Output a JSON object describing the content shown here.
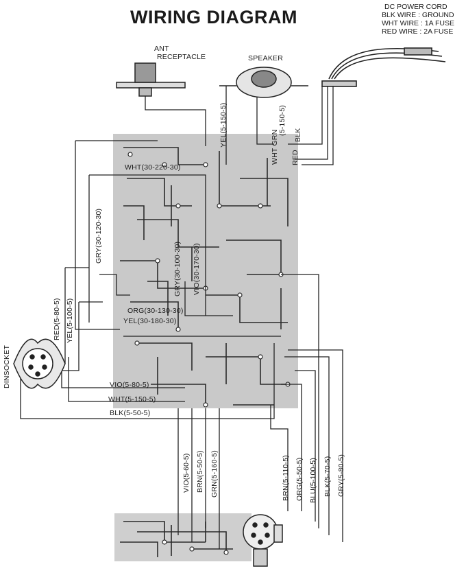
{
  "title": "WIRING DIAGRAM",
  "power_cord": {
    "heading": "DC  POWER CORD",
    "lines": [
      "BLK WIRE : GROUND",
      "WHT WIRE : 1A FUSE",
      "RED WIRE : 2A FUSE"
    ]
  },
  "components": {
    "ant_line1": "ANT",
    "ant_line2": "RECEPTACLE",
    "speaker": "SPEAKER",
    "din_socket": "DINSOCKET"
  },
  "wire_labels": {
    "speaker_yel": "YEL(5-150-5)",
    "wht_grn": "WHT GRN",
    "cord_wht": "(5-150-5)",
    "cord_red": "RED",
    "cord_blk": "BLK",
    "wht_30_220": "WHT(30-220-30)",
    "gry_30_120": "GRY(30-120-30)",
    "gry_30_100": "GRY(30-100-30)",
    "vio_30_170": "VIO(30-170-30)",
    "org_30_130": "ORG(30-130-30)",
    "yel_30_180": "YEL(30-180-30)",
    "red_5_80": "RED(5-80-5)",
    "yel_5_100": "YEL(5-100-5)",
    "vio_5_80": "VIO(5-80-5)",
    "wht_5_150": "WHT(5-150-5)",
    "blk_5_50": "BLK(5-50-5)",
    "vio_5_60": "VIO(5-60-5)",
    "brn_5_50": "BRN(5-50-5)",
    "grn_5_160": "GRN(5-160-5)",
    "brn_5_110": "BRN(5-110-5)",
    "org_5_50": "ORG(5-50-5)",
    "blu_5_100": "BLU(5-100-5)",
    "blk_5_70": "BLK(5-70-5)",
    "gry_5_80": "GRY(5-80-5)"
  }
}
